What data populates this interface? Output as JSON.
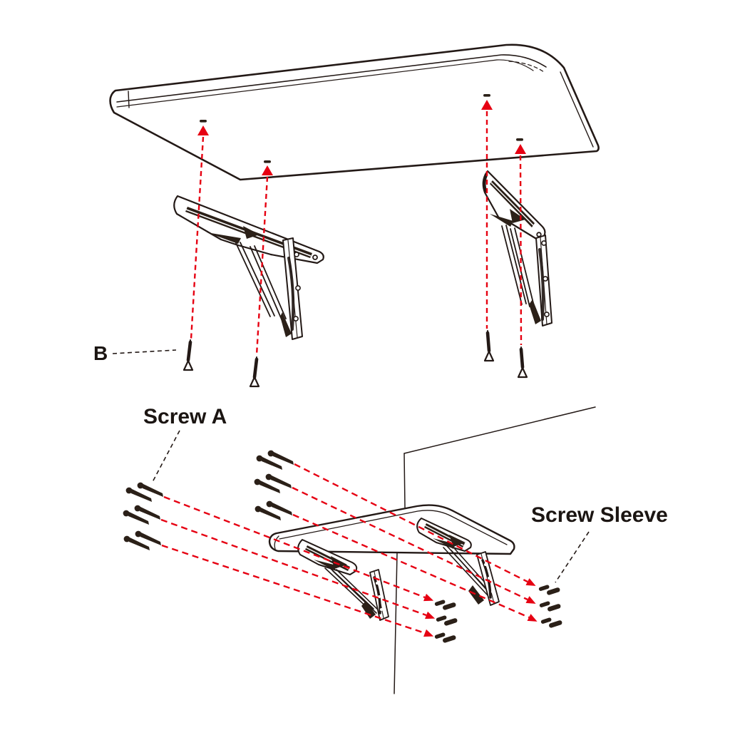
{
  "diagram": {
    "type": "assembly-instructions",
    "labels": {
      "part_b": "B",
      "screw_a": "Screw A",
      "screw_sleeve": "Screw Sleeve"
    },
    "colors": {
      "background": "#ffffff",
      "line": "#231916",
      "dark_fill": "#2b2018",
      "accent_red": "#e60012"
    }
  }
}
